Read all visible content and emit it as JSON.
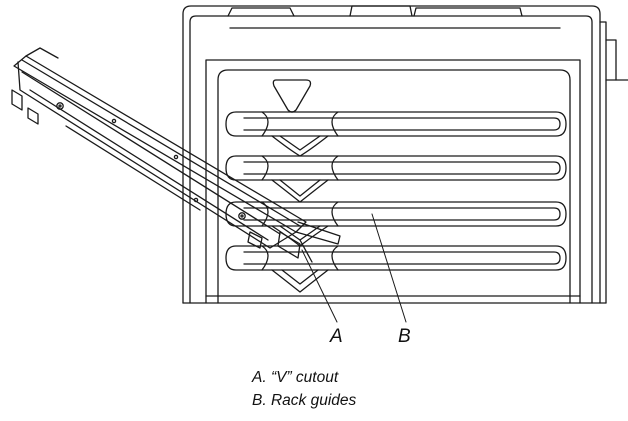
{
  "callouts": {
    "a": "A",
    "b": "B"
  },
  "legend": [
    {
      "letter": "A.",
      "text": "“V” cutout"
    },
    {
      "letter": "B.",
      "text": "Rack guides"
    }
  ],
  "colors": {
    "line": "#1a1a1a",
    "background": "#ffffff"
  }
}
